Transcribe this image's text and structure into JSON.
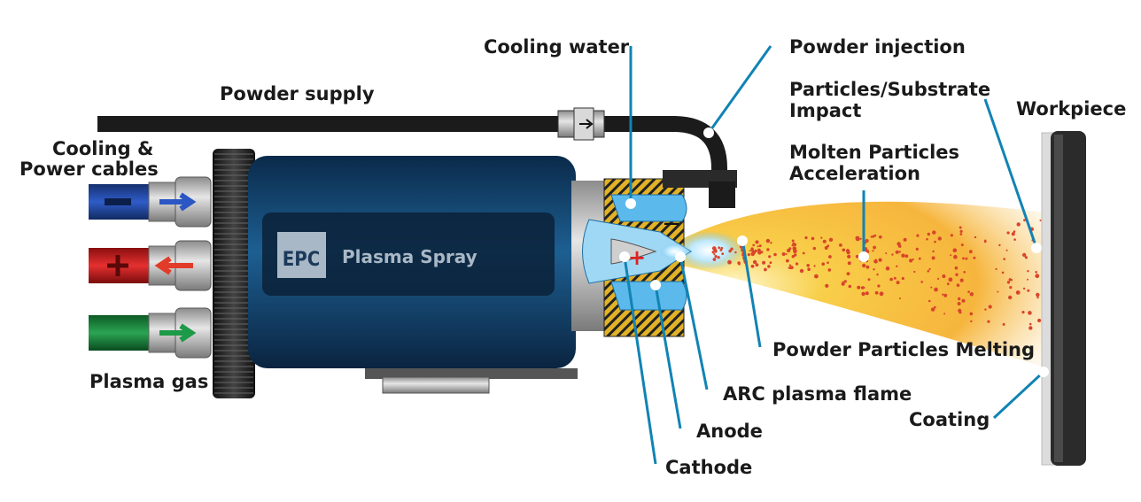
{
  "labels": {
    "cooling_water": "Cooling water",
    "powder_injection": "Powder injection",
    "powder_supply": "Powder supply",
    "particles_impact": [
      "Particles/Substrate",
      "Impact"
    ],
    "workpiece": "Workpiece",
    "cooling_power_cables": [
      "Cooling &",
      "Power cables"
    ],
    "molten_particles": [
      "Molten Particles",
      "Acceleration"
    ],
    "plasma_gas": "Plasma gas",
    "powder_melting": "Powder Particles Melting",
    "arc_plasma_flame": "ARC plasma flame",
    "anode": "Anode",
    "coating": "Coating",
    "cathode": "Cathode"
  },
  "torch": {
    "logo": "EPC",
    "product": "Plasma Spray"
  },
  "colors": {
    "leader": "#1183b4",
    "torch_body": "#0f3b66",
    "cable_minus": "#1a3f9c",
    "cable_plus": "#d42020",
    "cable_gas": "#1f8a3c",
    "flame": "#f6b21c",
    "particles": "#d8452a"
  },
  "icons": [
    "minus-sign-icon",
    "plus-sign-icon",
    "arrow-right-icon",
    "arrow-left-icon"
  ]
}
